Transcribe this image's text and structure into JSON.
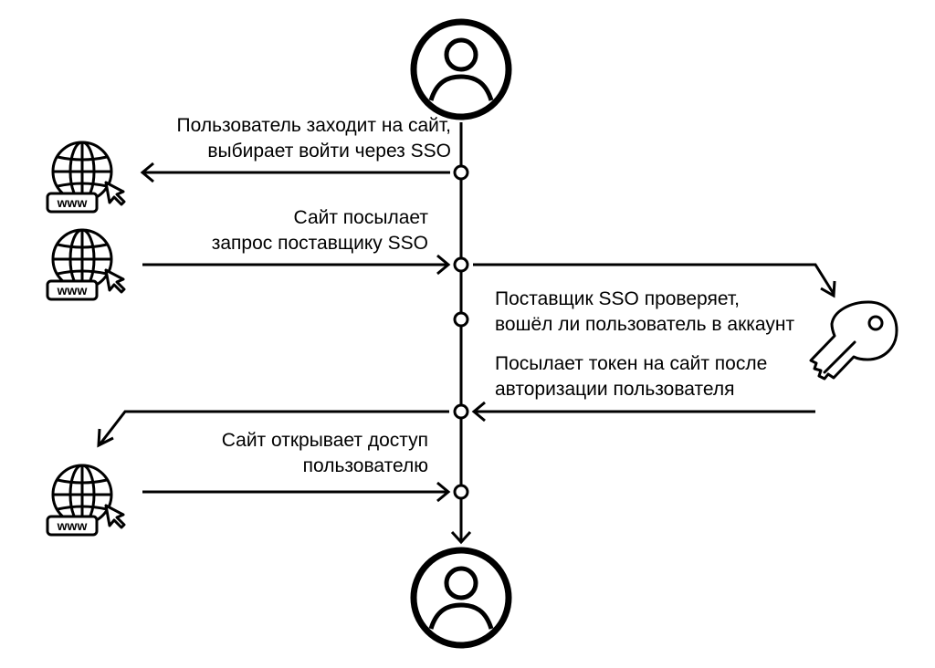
{
  "colors": {
    "stroke": "#000000",
    "background": "#ffffff"
  },
  "icons": {
    "user": "user-avatar-icon",
    "site": "www-globe-icon",
    "provider": "key-icon"
  },
  "site_badge_text": "www",
  "steps": {
    "step1": {
      "line1": "Пользователь заходит на сайт,",
      "line2": "выбирает войти через SSO"
    },
    "step2": {
      "line1": "Сайт посылает",
      "line2": "запрос поставщику SSO"
    },
    "step3": {
      "line1": "Поставщик SSO проверяет,",
      "line2": "вошёл ли пользователь в аккаунт"
    },
    "step4": {
      "line1": "Посылает токен на сайт после",
      "line2": "авторизации пользователя"
    },
    "step5": {
      "line1": "Сайт открывает доступ",
      "line2": "пользователю"
    }
  }
}
